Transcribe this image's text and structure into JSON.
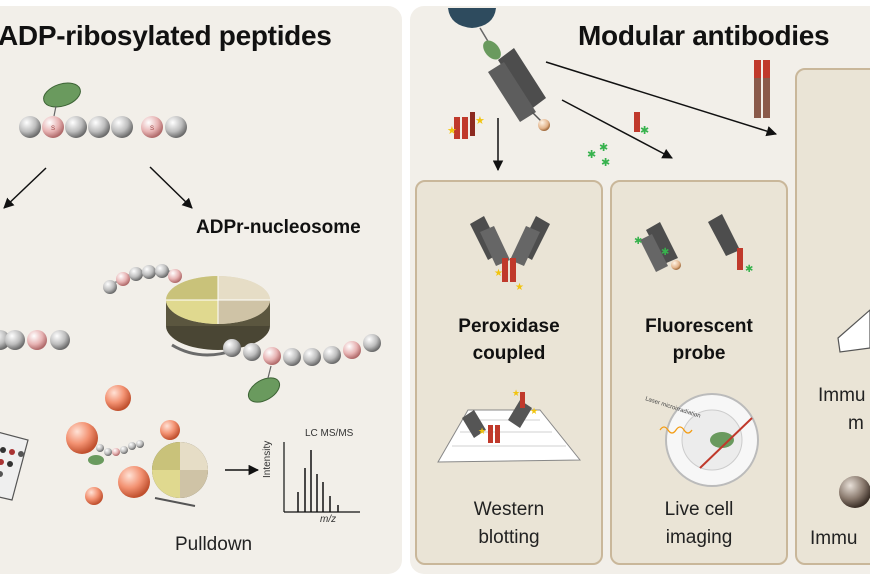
{
  "left_panel": {
    "title": "ADP-ribosylated peptides",
    "nucleosome_label": "ADPr-nucleosome",
    "pulldown_label": "Pulldown",
    "ms_plot": {
      "title": "LC MS/MS",
      "ylabel": "Intensity",
      "xlabel": "m/z"
    }
  },
  "right_panel": {
    "title": "Modular antibodies",
    "peroxidase": {
      "line1": "Peroxidase",
      "line2": "coupled",
      "app_line1": "Western",
      "app_line2": "blotting"
    },
    "fluorescent": {
      "line1": "Fluorescent",
      "line2": "probe",
      "app_line1": "Live cell",
      "app_line2": "imaging",
      "microscope_text": "Laser microirradiation"
    },
    "immuno": {
      "label1_a": "Immu",
      "label1_b": "m",
      "label2": "Immu"
    }
  },
  "colors": {
    "panel_bg": "#f2efe9",
    "subpanel_bg": "#eae4d6",
    "subpanel_border": "#c9b79a",
    "bead_grey": "#c8c8c8",
    "bead_pink": "#e3a4a4",
    "adp_green": "#6a9a5e",
    "tag_red": "#c0392b",
    "antibody_grey": "#4d4d4d",
    "star_yellow": "#f1c40f",
    "star_green": "#37b24d",
    "bead_orange": "#f08a6a"
  }
}
